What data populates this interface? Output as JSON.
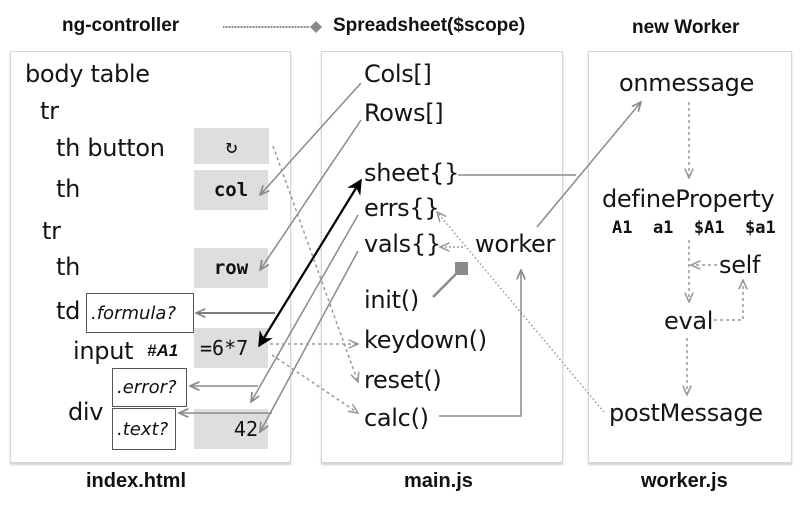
{
  "header": {
    "controller": "ng-controller",
    "spreadsheet": "Spreadsheet($scope)",
    "worker": "new Worker"
  },
  "index_panel": {
    "title": "index.html",
    "body_table": "body table",
    "tr1": "tr",
    "th_button": "th button",
    "refresh_glyph": "↻",
    "th_col": "th",
    "col_value": "col",
    "tr2": "tr",
    "th_row": "th",
    "row_value": "row",
    "td": "td",
    "formula_class": ".formula?",
    "input": "input",
    "input_id": "#A1",
    "input_value": "=6*7",
    "div": "div",
    "error_class": ".error?",
    "text_class": ".text?",
    "result_value": "42"
  },
  "main_panel": {
    "title": "main.js",
    "cols": "Cols[]",
    "rows": "Rows[]",
    "sheet": "sheet{}",
    "errs": "errs{}",
    "vals": "vals{}",
    "worker": "worker",
    "init": "init()",
    "keydown": "keydown()",
    "reset": "reset()",
    "calc": "calc()"
  },
  "worker_panel": {
    "title": "worker.js",
    "onmessage": "onmessage",
    "define_property": "defineProperty",
    "props": "A1  a1  $A1  $a1",
    "self": "self",
    "eval": "eval",
    "post_message": "postMessage"
  },
  "colors": {
    "panel_border": "#d6d6d6",
    "gray_box": "#dedede",
    "arrow_gray": "#8a8a8a",
    "arrow_black": "#000000"
  }
}
